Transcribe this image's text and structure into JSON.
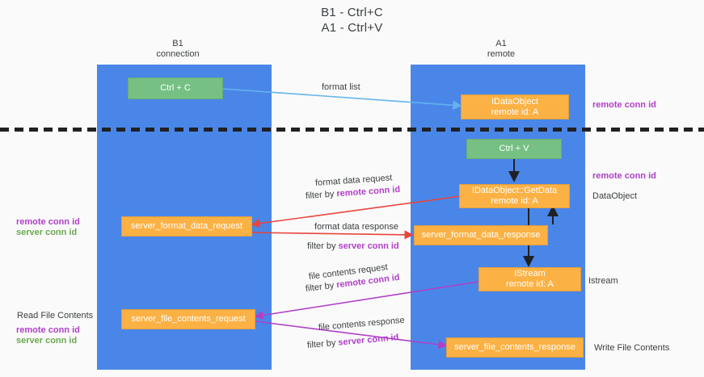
{
  "title": {
    "line1": "B1 - Ctrl+C",
    "line2": "A1 - Ctrl+V"
  },
  "columns": [
    {
      "name": "B1",
      "sub": "connection"
    },
    {
      "name": "A1",
      "sub": "remote"
    }
  ],
  "nodes": {
    "ctrl_c": {
      "label": "Ctrl + C"
    },
    "idataobject": {
      "line1": "IDataObject",
      "line2": "remote id: A"
    },
    "ctrl_v": {
      "label": "Ctrl + V"
    },
    "getdata": {
      "line1": "IDataObject::GetData",
      "line2": "remote id: A"
    },
    "format_data_request": {
      "label": "server_format_data_request"
    },
    "format_data_response": {
      "label": "server_format_data_response"
    },
    "istream": {
      "line1": "IStream",
      "line2": "remote id: A"
    },
    "file_contents_request": {
      "label": "server_file_contents_request"
    },
    "file_contents_response": {
      "label": "server_file_contents_response"
    }
  },
  "edge_labels": {
    "format_list": "format list",
    "format_data_request": "format data request",
    "format_data_request_filter_prefix": "filter by ",
    "format_data_request_filter_key": "remote conn id",
    "format_data_response": "format data response",
    "format_data_response_filter_prefix": "filter by ",
    "format_data_response_filter_key": "server conn id",
    "file_contents_request": "file contents request",
    "file_contents_request_filter_prefix": "filter by ",
    "file_contents_request_filter_key": "remote conn id",
    "file_contents_response": "file contents response",
    "file_contents_response_filter_prefix": "filter by ",
    "file_contents_response_filter_key": "server conn id"
  },
  "annotations": {
    "right_remote_conn_id_top": "remote conn id",
    "right_remote_conn_id_mid": "remote conn id",
    "right_dataobject": "DataObject",
    "right_istream": "Istream",
    "right_write_file_contents": "Write File Contents",
    "left_remote_conn_id_mid": "remote conn id",
    "left_server_conn_id_mid": "server conn id",
    "left_read_file_contents": "Read File Contents",
    "left_remote_conn_id_bottom": "remote conn id",
    "left_server_conn_id_bottom": "server conn id"
  },
  "colors": {
    "lane": "#4a86e8",
    "green_node": "#76c083",
    "orange_node": "#fbb144",
    "purple": "#b040c8",
    "green_text": "#6aa84f",
    "red_arrow": "#e8453c",
    "blue_arrow": "#63b3ee",
    "magenta_arrow": "#b040c8",
    "dark_arrow": "#202124",
    "separator": "#202124"
  }
}
